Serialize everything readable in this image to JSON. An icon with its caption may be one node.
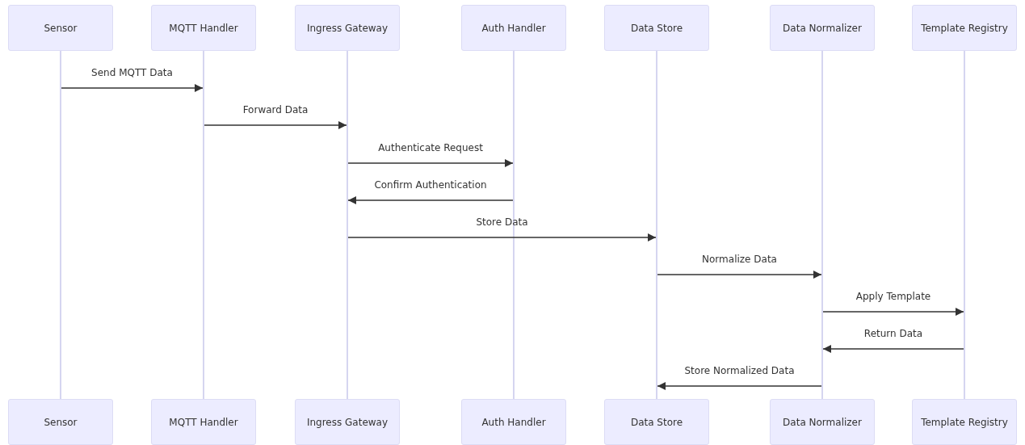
{
  "diagram": {
    "nodes": [
      {
        "text": [
          "Sensor"
        ]
      },
      {
        "text": [
          "MQTT Handler"
        ]
      },
      {
        "text": [
          "Ingress Gateway"
        ]
      },
      {
        "text": [
          "Auth Handler"
        ]
      },
      {
        "text": [
          "Data Store"
        ]
      },
      {
        "text": [
          "Data Normalizer"
        ]
      },
      {
        "text": [
          "Template Registry"
        ]
      },
      {
        "text": [],
        "shape": "bar"
      },
      {
        "text": [],
        "shape": "bar"
      },
      {
        "text": [],
        "shape": "bar"
      },
      {
        "text": [],
        "shape": "bar"
      },
      {
        "text": [],
        "shape": "bar"
      },
      {
        "text": [],
        "shape": "bar"
      },
      {
        "text": [],
        "shape": "bar"
      },
      {
        "text": [
          "Sensor"
        ]
      },
      {
        "text": [
          "MQTT Handler"
        ]
      },
      {
        "text": [
          "Ingress Gateway"
        ]
      },
      {
        "text": [
          "Auth Handler"
        ]
      },
      {
        "text": [
          "Data Store"
        ]
      },
      {
        "text": [
          "Data Normalizer"
        ]
      },
      {
        "text": [
          "Template Registry"
        ]
      }
    ],
    "edges": [
      {
        "from": 7,
        "to": 8,
        "arrow": "to",
        "label": "Send MQTT Data"
      },
      {
        "from": 8,
        "to": 9,
        "arrow": "to",
        "label": "Forward Data"
      },
      {
        "from": 9,
        "to": 10,
        "arrow": "to",
        "label": "Authenticate Request"
      },
      {
        "from": 10,
        "to": 9,
        "arrow": "to",
        "label": "Confirm Authentication"
      },
      {
        "from": 9,
        "to": 11,
        "arrow": "to",
        "label": "Store Data"
      },
      {
        "from": 11,
        "to": 12,
        "arrow": "to",
        "label": "Normalize Data"
      },
      {
        "from": 12,
        "to": 13,
        "arrow": "to",
        "label": "Apply Template"
      },
      {
        "from": 13,
        "to": 12,
        "arrow": "to",
        "label": "Return Data"
      },
      {
        "from": 12,
        "to": 11,
        "arrow": "to",
        "label": "Store Normalized Data"
      }
    ]
  }
}
